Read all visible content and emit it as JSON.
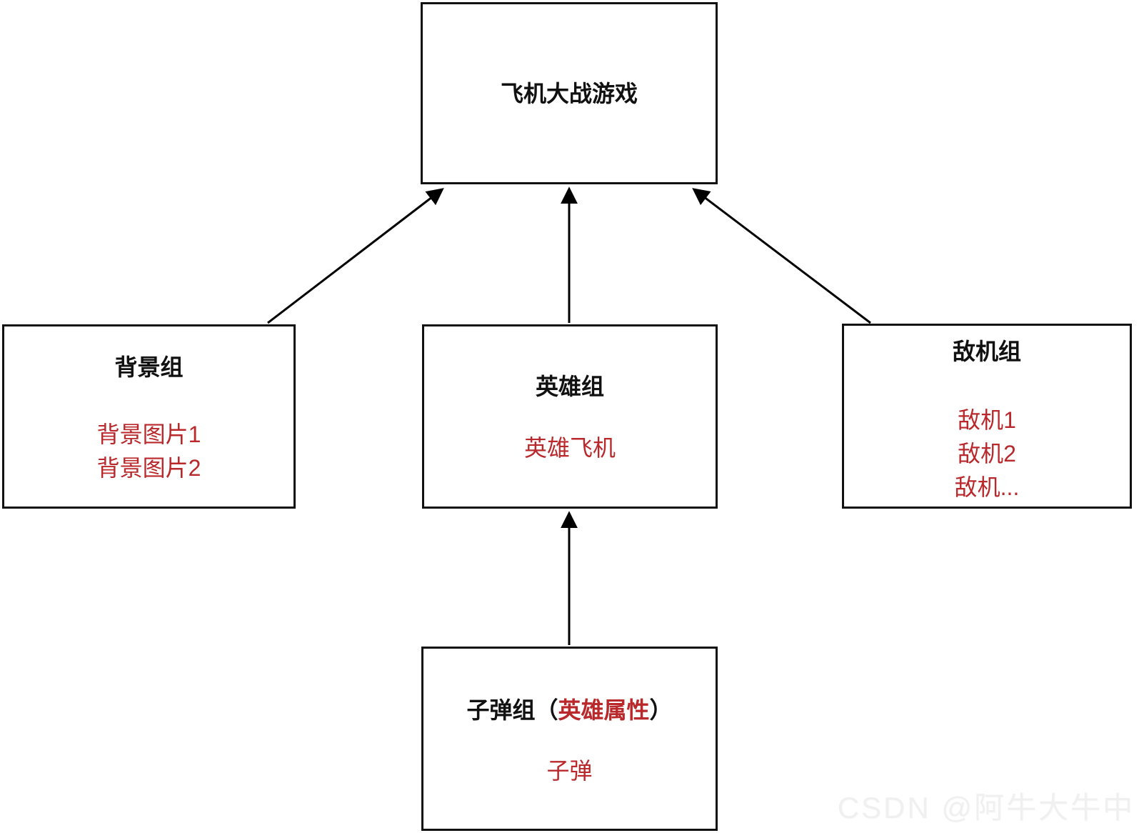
{
  "nodes": {
    "game": {
      "title": "飞机大战游戏"
    },
    "background": {
      "title": "背景组",
      "items": [
        "背景图片1",
        "背景图片2"
      ]
    },
    "hero": {
      "title": "英雄组",
      "items": [
        "英雄飞机"
      ]
    },
    "enemy": {
      "title": "敌机组",
      "items": [
        "敌机1",
        "敌机2",
        "敌机..."
      ]
    },
    "bullet": {
      "title_prefix": "子弹组（",
      "title_highlight": "英雄属性",
      "title_suffix": "）",
      "items": [
        "子弹"
      ]
    }
  },
  "edges": [
    {
      "from": "背景组",
      "to": "飞机大战游戏"
    },
    {
      "from": "英雄组",
      "to": "飞机大战游戏"
    },
    {
      "from": "敌机组",
      "to": "飞机大战游戏"
    },
    {
      "from": "子弹组（英雄属性）",
      "to": "英雄组"
    }
  ],
  "colors": {
    "item_red": "#b9292c",
    "ink": "#111111",
    "arrow_black": "#000000"
  },
  "watermark": "CSDN @阿牛大牛中"
}
